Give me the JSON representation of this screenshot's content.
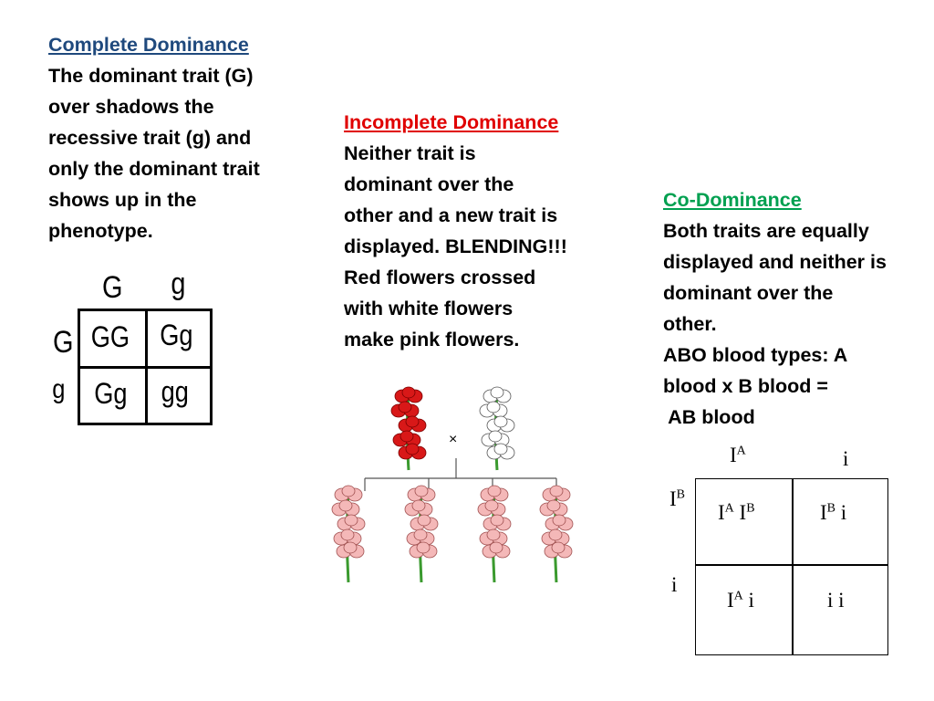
{
  "complete": {
    "heading": "Complete Dominance",
    "lines": [
      "The dominant trait (G)",
      "over shadows the",
      "recessive trait (g) and",
      "only the dominant trait",
      "shows up in the",
      "phenotype."
    ],
    "heading_color": "#1f497d",
    "punnett": {
      "col_headers": [
        "G",
        "g"
      ],
      "row_headers": [
        "G",
        "g"
      ],
      "cells": [
        [
          "GG",
          "Gg"
        ],
        [
          "Gg",
          "gg"
        ]
      ]
    }
  },
  "incomplete": {
    "heading": "Incomplete Dominance",
    "lines": [
      "Neither trait is",
      "dominant over the",
      "other and a new trait is",
      "displayed. BLENDING!!!",
      "Red flowers crossed",
      "with white flowers",
      "make pink flowers."
    ],
    "heading_color": "#e00000",
    "cross_symbol": "×",
    "colors": {
      "red": "#d81818",
      "white": "#ffffff",
      "pink": "#f4b8b8",
      "stem": "#3a9a2e"
    }
  },
  "codominance": {
    "heading": "Co-Dominance",
    "lines": [
      "Both traits are equally",
      "displayed and neither is",
      "dominant over the",
      "other.",
      "ABO blood types:  A",
      "blood x B blood =",
      " AB blood"
    ],
    "heading_color": "#00a050",
    "punnett": {
      "col_headers": [
        {
          "base": "I",
          "sup": "A"
        },
        {
          "base": "i",
          "sup": ""
        }
      ],
      "row_headers": [
        {
          "base": "I",
          "sup": "B"
        },
        {
          "base": "i",
          "sup": ""
        }
      ],
      "cells": {
        "r1c1": {
          "a": "I",
          "a_sup": "A",
          "b": "I",
          "b_sup": "B"
        },
        "r1c2": {
          "a": "I",
          "a_sup": "B",
          "b": "i"
        },
        "r2c1": {
          "a": "I",
          "a_sup": "A",
          "b": "i"
        },
        "r2c2": {
          "text": "i i"
        }
      }
    }
  }
}
